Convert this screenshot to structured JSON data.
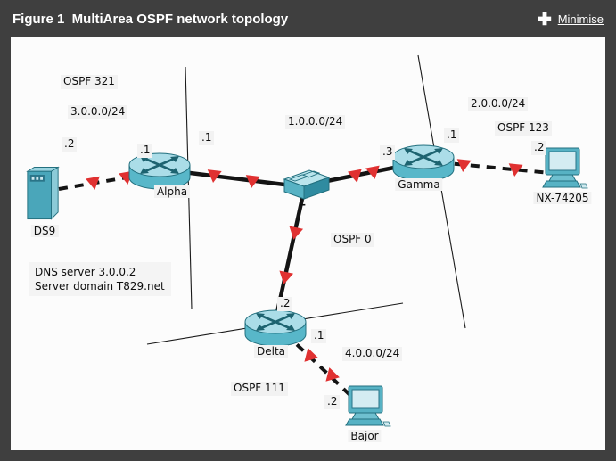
{
  "header": {
    "title": "Figure 1  MultiArea OSPF network topology",
    "minimise_label": "Minimise",
    "minimise_icon": "collapse-arrows-icon"
  },
  "colors": {
    "frame": "#3f3f3f",
    "canvas": "#fcfcfc",
    "device_teal": "#57b2c4",
    "packet_red": "#e03131",
    "link_black": "#141414"
  },
  "topology": {
    "areas": {
      "ospf321": "OSPF 321",
      "ospf123": "OSPF 123",
      "ospf0": "OSPF 0",
      "ospf111": "OSPF 111"
    },
    "networks": {
      "net3": "3.0.0.0/24",
      "net1": "1.0.0.0/24",
      "net2": "2.0.0.0/24",
      "net4": "4.0.0.0/24"
    },
    "interfaces": {
      "ds9": ".2",
      "alpha_left": ".1",
      "alpha_right": ".1",
      "switch_mark": "–",
      "gamma_left": ".3",
      "gamma_right": ".1",
      "nx74205": ".2",
      "delta_top": ".2",
      "delta_right": ".1",
      "bajor": ".2"
    },
    "devices": {
      "ds9": {
        "label": "DS9",
        "type": "server"
      },
      "alpha": {
        "label": "Alpha",
        "type": "router"
      },
      "gamma": {
        "label": "Gamma",
        "type": "router"
      },
      "delta": {
        "label": "Delta",
        "type": "router"
      },
      "switch": {
        "label": "",
        "type": "switch"
      },
      "nx74205": {
        "label": "NX-74205",
        "type": "pc"
      },
      "bajor": {
        "label": "Bajor",
        "type": "pc"
      }
    },
    "notes": {
      "line1": "DNS server 3.0.0.2",
      "line2": "Server domain T829.net"
    }
  }
}
